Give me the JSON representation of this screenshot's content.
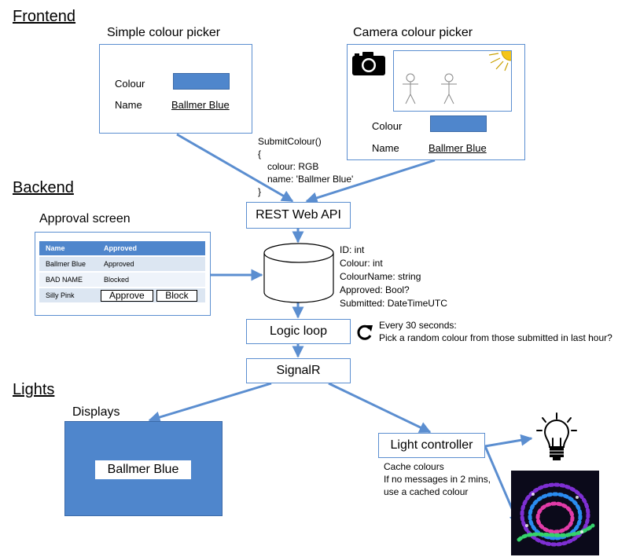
{
  "sections": {
    "frontend": "Frontend",
    "backend": "Backend",
    "lights": "Lights"
  },
  "simple_picker": {
    "title": "Simple colour picker",
    "colour_label": "Colour",
    "name_label": "Name",
    "name_value": "Ballmer Blue"
  },
  "camera_picker": {
    "title": "Camera colour picker",
    "colour_label": "Colour",
    "name_label": "Name",
    "name_value": "Ballmer Blue"
  },
  "submit_code": [
    "SubmitColour()",
    "{",
    "colour: RGB",
    "name: 'Ballmer Blue'",
    "}"
  ],
  "rest_api": "REST Web API",
  "approval": {
    "title": "Approval screen",
    "headers": [
      "Name",
      "Approved"
    ],
    "rows": [
      {
        "name": "Ballmer Blue",
        "status": "Approved"
      },
      {
        "name": "BAD NAME",
        "status": "Blocked"
      },
      {
        "name": "Silly Pink",
        "approve_button": "Approve",
        "block_button": "Block"
      }
    ]
  },
  "db_fields": [
    "ID: int",
    "Colour: int",
    "ColourName: string",
    "Approved: Bool?",
    "Submitted: DateTimeUTC"
  ],
  "logic_loop": "Logic loop",
  "loop_note": [
    "Every 30 seconds:",
    "Pick a random colour from those submitted in last hour?"
  ],
  "signalr": "SignalR",
  "displays": {
    "title": "Displays",
    "name_value": "Ballmer Blue"
  },
  "light_controller": "Light controller",
  "controller_note": [
    "Cache colours",
    "If no messages in 2 mins,",
    "use a cached colour"
  ],
  "colors": {
    "accent": "#5b8ed0",
    "fill": "#4f86cc"
  },
  "icons": [
    "camera-icon",
    "sun-icon",
    "refresh-icon",
    "lightbulb-icon"
  ]
}
